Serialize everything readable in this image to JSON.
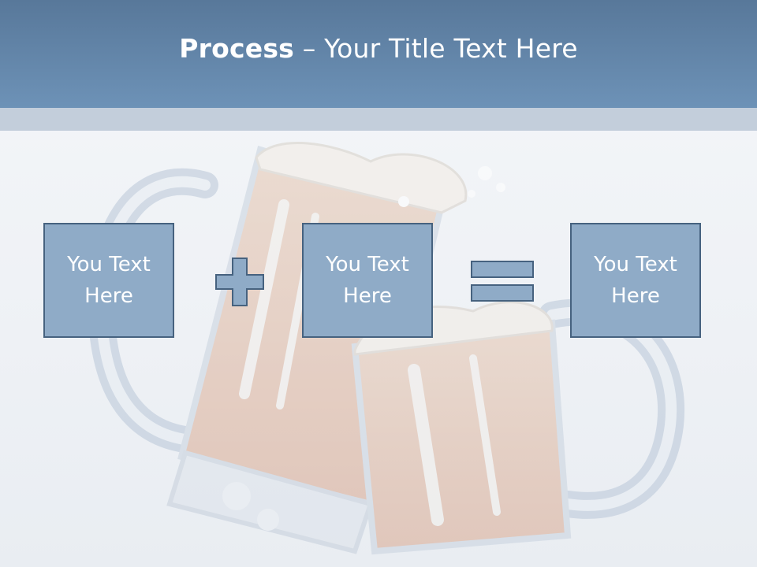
{
  "slide": {
    "title_strong": "Process",
    "title_rest": " – Your Title Text Here",
    "boxes": [
      {
        "text": "You Text Here"
      },
      {
        "text": "You Text Here"
      },
      {
        "text": "You Text Here"
      }
    ],
    "operators": [
      "plus-icon",
      "equals-icon"
    ],
    "background_image": "beer-mugs-icon",
    "colors": {
      "header_top": "#58789a",
      "header_bottom": "#6d92b7",
      "strip": "#c3cedb",
      "box_fill": "#8fabc7",
      "box_border": "#46627f",
      "text": "#ffffff"
    }
  }
}
